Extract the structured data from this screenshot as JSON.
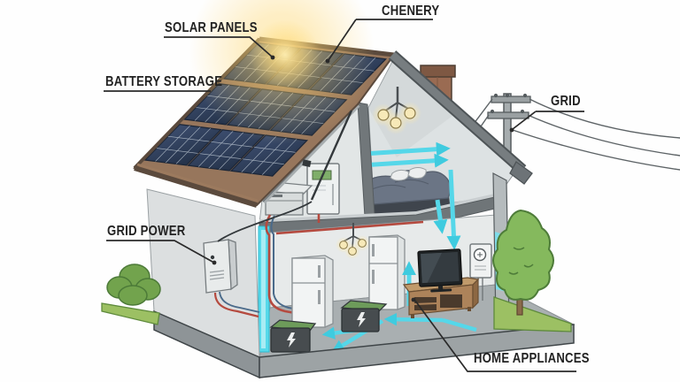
{
  "diagram": {
    "type": "cutaway-illustration",
    "subject": "home solar energy system",
    "labels": {
      "solar_panels": "SOLAR PANELS",
      "chimney": "CHENERY",
      "battery_storage": "BATTERY STORAGE",
      "grid": "GRID",
      "grid_power": "GRID POWER",
      "home_appliances": "HOME APPLIANCES"
    },
    "colors": {
      "background": "#fefefe",
      "roof_brown": "#97765c",
      "roof_edge_brown": "#5b4a3d",
      "panel_blue": "#2f3e58",
      "energy_flow_cyan": "#55d7e9",
      "wire_red": "#b54a3f",
      "wire_blue": "#4a6a8a",
      "sun_glow": "#ffd873",
      "grass_green": "#9cc063",
      "tree_green": "#85b95d",
      "wall_gray": "#e3e7e7",
      "label_text": "#222222"
    }
  }
}
